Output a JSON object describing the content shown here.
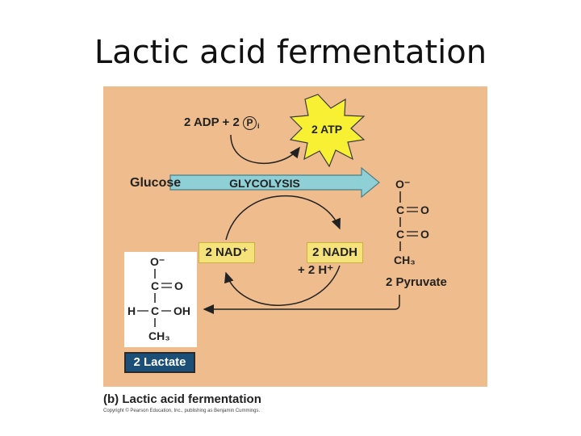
{
  "slide": {
    "title": "Lactic acid fermentation"
  },
  "diagram": {
    "glucose": "Glucose",
    "glycolysis": "GLYCOLYSIS",
    "adp_text": "2 ADP + 2",
    "phosphate": "P",
    "phosphate_sub": "i",
    "atp": "2 ATP",
    "nad": "2 NAD⁺",
    "nadh": "2 NADH",
    "h_plus": "+ 2 H⁺",
    "pyruvate_label": "2 Pyruvate",
    "lactate_label": "2 Lactate",
    "pyruvate_structure": {
      "o_minus": "O⁻",
      "c1": "C",
      "o1": "O",
      "c2": "C",
      "o2": "O",
      "ch3": "CH₃"
    },
    "lactate_structure": {
      "o_minus": "O⁻",
      "c1": "C",
      "o1": "O",
      "h": "H",
      "c2": "C",
      "oh": "OH",
      "ch3": "CH₃"
    }
  },
  "caption": "(b) Lactic acid fermentation",
  "copyright": "Copyright © Pearson Education, Inc., publishing as Benjamin Cummings.",
  "colors": {
    "panel_background": "#efbc8e",
    "glycolysis_arrow": "#8fd0d6",
    "atp_burst": "#f8f032",
    "nad_box": "#f5e27a",
    "lactate_badge": "#1b4f78"
  }
}
